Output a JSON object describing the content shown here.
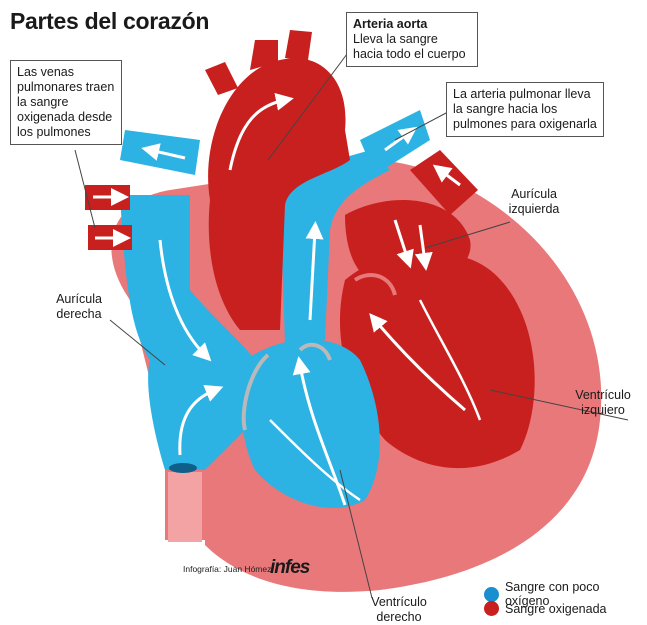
{
  "title": "Partes del corazón",
  "callouts": {
    "aorta_title": "Arteria aorta",
    "aorta_text": "Lleva la sangre hacia todo el cuerpo",
    "venas": "Las venas pulmonares traen la sangre oxigenada desde los pulmones",
    "pulmonar": "La arteria pulmonar lleva la sangre hacia los pulmones para oxigenarla"
  },
  "labels": {
    "auricula_izquierda": "Aurícula izquierda",
    "auricula_derecha": "Aurícula derecha",
    "ventriculo_izquierdo": "Ventrículo izquiero",
    "ventriculo_derecho": "Ventrículo derecho"
  },
  "credit": "Infografía: Juan Hómez",
  "logo": "infes",
  "legend": [
    {
      "label": "Sangre con poco oxígeno",
      "color": "#1a8fd0"
    },
    {
      "label": "Sangre oxigenada",
      "color": "#c8201f"
    }
  ],
  "colors": {
    "blue": "#2cb2e3",
    "blue_dark": "#1391c8",
    "red": "#c8201f",
    "red_dark": "#a5151a",
    "outer": "#e8787a",
    "outer_light": "#f3a3a3"
  }
}
